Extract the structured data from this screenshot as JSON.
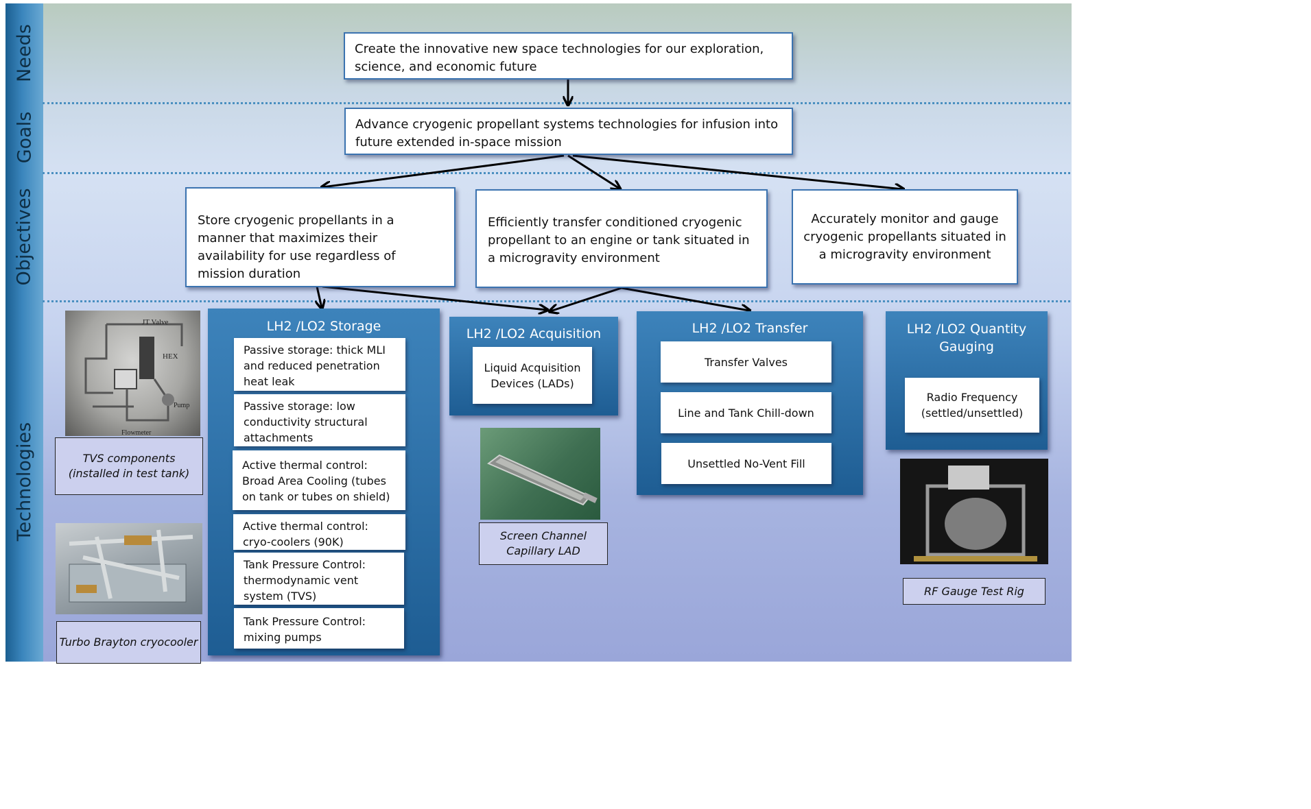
{
  "row_labels": {
    "needs": "Needs",
    "goals": "Goals",
    "objectives": "Objectives",
    "technologies": "Technologies"
  },
  "need": "Create the innovative new space technologies for our exploration, science, and economic future",
  "goal": "Advance cryogenic propellant systems technologies for infusion into future extended in-space mission",
  "objectives": [
    "Store cryogenic propellants in a manner that maximizes their availability for use regardless of mission duration",
    "Efficiently transfer conditioned cryogenic propellant to an engine or tank situated in a microgravity environment",
    "Accurately monitor and gauge cryogenic propellants situated in a microgravity environment"
  ],
  "panels": {
    "storage": {
      "title": "LH2 /LO2 Storage",
      "items": [
        "Passive storage: thick MLI and reduced penetration heat leak",
        "Passive storage: low conductivity structural attachments",
        "Active thermal control: Broad Area Cooling (tubes on tank or tubes on shield)",
        "Active thermal control: cryo-coolers (90K)",
        "Tank Pressure Control: thermodynamic vent system (TVS)",
        "Tank Pressure Control: mixing pumps"
      ]
    },
    "acquisition": {
      "title": "LH2 /LO2 Acquisition",
      "items": [
        "Liquid Acquisition Devices (LADs)"
      ]
    },
    "transfer": {
      "title": "LH2 /LO2 Transfer",
      "items": [
        "Transfer Valves",
        "Line and Tank Chill-down",
        "Unsettled No-Vent Fill"
      ]
    },
    "gauging": {
      "title": "LH2 /LO2 Quantity Gauging",
      "items": [
        "Radio Frequency (settled/unsettled)"
      ]
    }
  },
  "photo_labels": {
    "jt_valve": "JT Valve",
    "hex": "HEX",
    "pump": "Pump",
    "flowmeter": "Flowmeter"
  },
  "captions": {
    "tvs": "TVS components (installed in test tank)",
    "brayton": "Turbo Brayton cryocooler",
    "lad": "Screen Channel Capillary LAD",
    "rf": "RF Gauge Test Rig"
  }
}
